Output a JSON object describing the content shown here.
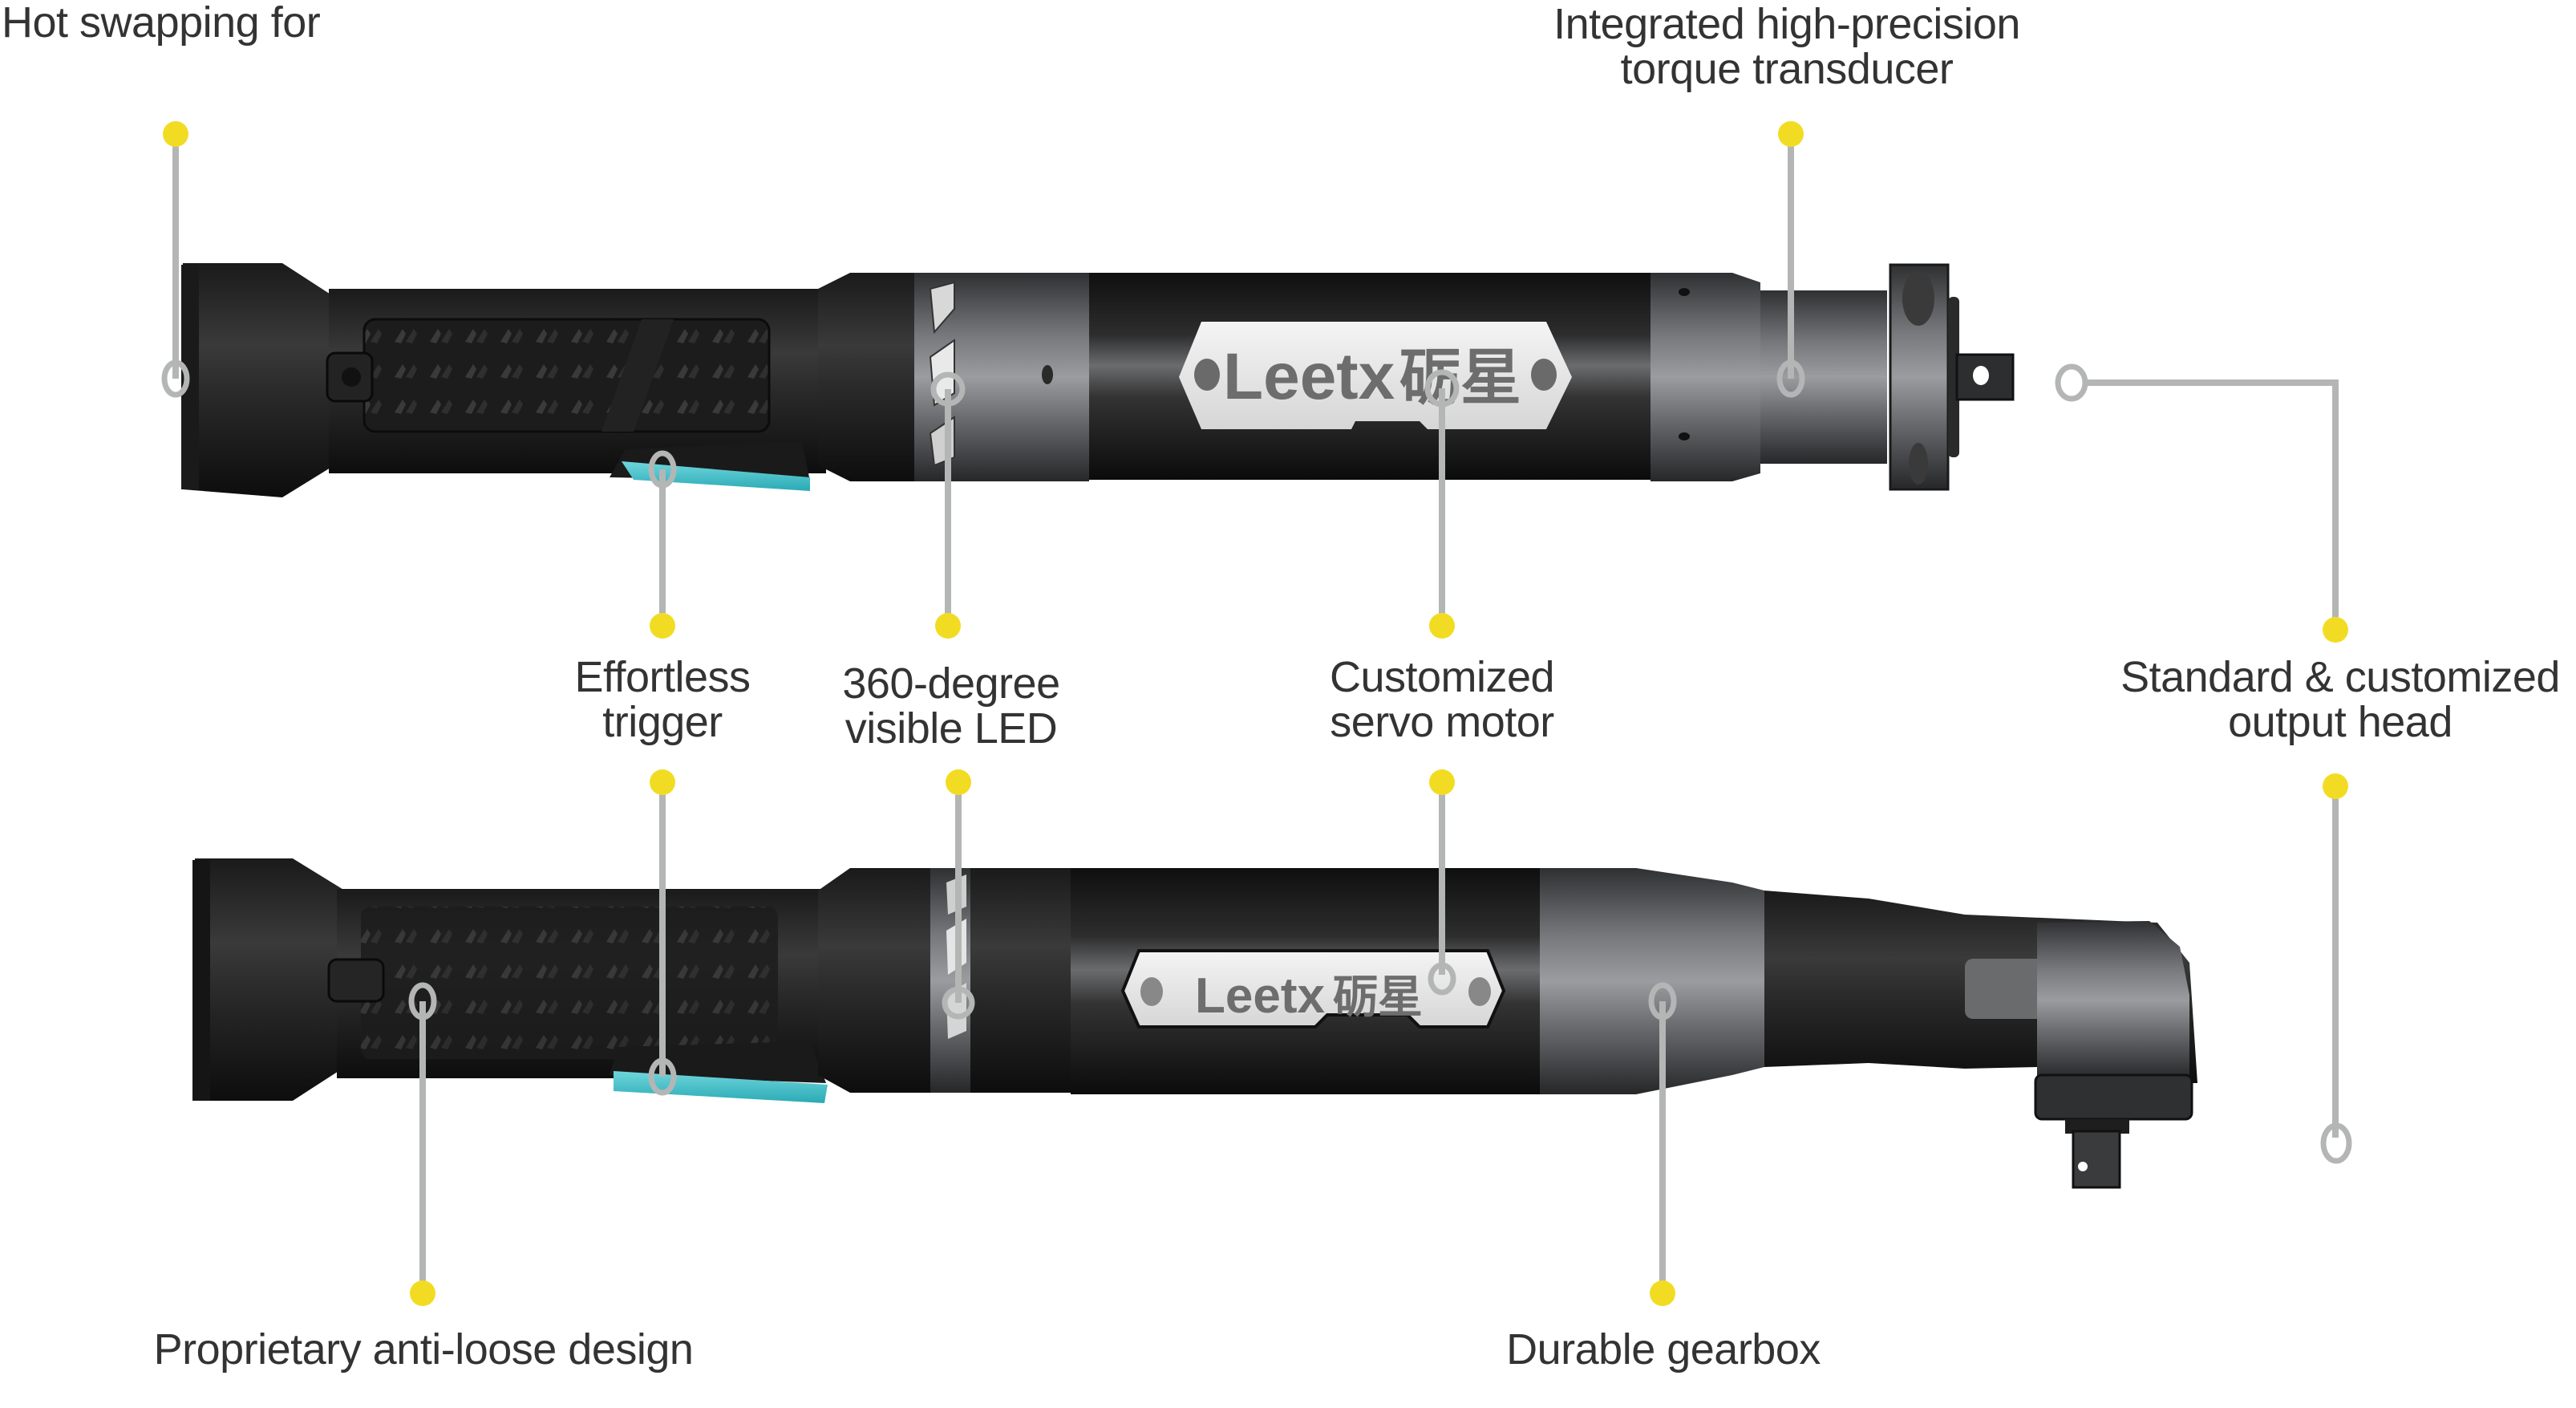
{
  "diagram": {
    "title": "Leetx smart electric screwdriver feature callouts",
    "brand_plate": {
      "latin": "Leetx",
      "chinese": "砺星"
    },
    "products": [
      {
        "id": "straight",
        "name": "Straight tool"
      },
      {
        "id": "angle",
        "name": "Angle-head tool"
      }
    ],
    "callouts": [
      {
        "id": "hot-swap",
        "lines": [
          "Hot swapping for"
        ],
        "target": "straight"
      },
      {
        "id": "torque-transducer",
        "lines": [
          "Integrated high-precision",
          "torque transducer"
        ],
        "target": "straight"
      },
      {
        "id": "trigger",
        "lines": [
          "Effortless",
          "trigger"
        ],
        "target": "both"
      },
      {
        "id": "led",
        "lines": [
          "360-degree",
          "visible LED"
        ],
        "target": "both"
      },
      {
        "id": "servo-motor",
        "lines": [
          "Customized",
          "servo motor"
        ],
        "target": "both"
      },
      {
        "id": "output-head",
        "lines": [
          "Standard & customized",
          "output head"
        ],
        "target": "both"
      },
      {
        "id": "anti-loose",
        "lines": [
          "Proprietary anti-loose design"
        ],
        "target": "angle"
      },
      {
        "id": "gearbox",
        "lines": [
          "Durable gearbox"
        ],
        "target": "angle"
      }
    ],
    "colors": {
      "dot": "#f2dc23",
      "leader": "#b4b6b5",
      "text": "#333333",
      "trigger": "#3cc0c8",
      "body_dark": "#141414",
      "body_grey": "#5a5b5d"
    }
  }
}
